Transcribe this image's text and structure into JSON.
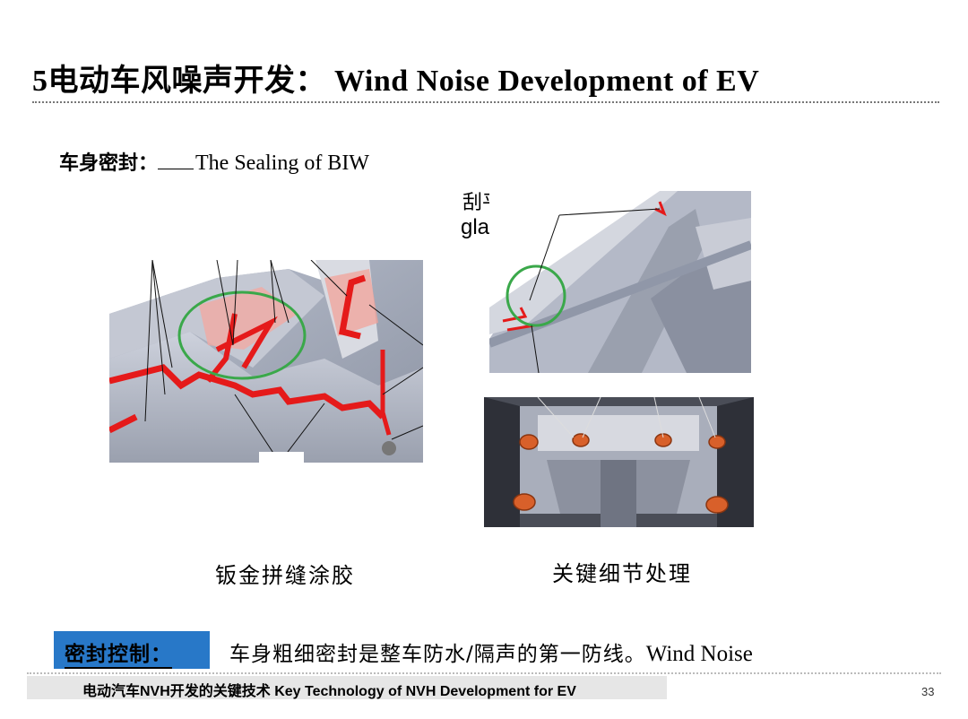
{
  "title": "5电动车风噪声开发： Wind Noise Development of  EV",
  "subtitle": {
    "cn": "车身密封：",
    "en": "The Sealing of BIW"
  },
  "callout": {
    "cn": "刮平",
    "en": "glaetten"
  },
  "captions": {
    "left": "钣金拼缝涂胶",
    "right": "关键细节处理"
  },
  "seal_control": {
    "label": "密封控制：",
    "text_cn": "车身粗细密封是整车防水/隔声的第一防线。",
    "text_en": "Wind Noise"
  },
  "footer": {
    "text": "电动汽车NVH开发的关键技术 Key Technology of NVH Development for EV",
    "page": "33"
  },
  "colors": {
    "seal_red": "#e51a1a",
    "circle_green": "#3aa84a",
    "badge_blue": "#2878c8",
    "plug_orange": "#d8602a"
  }
}
